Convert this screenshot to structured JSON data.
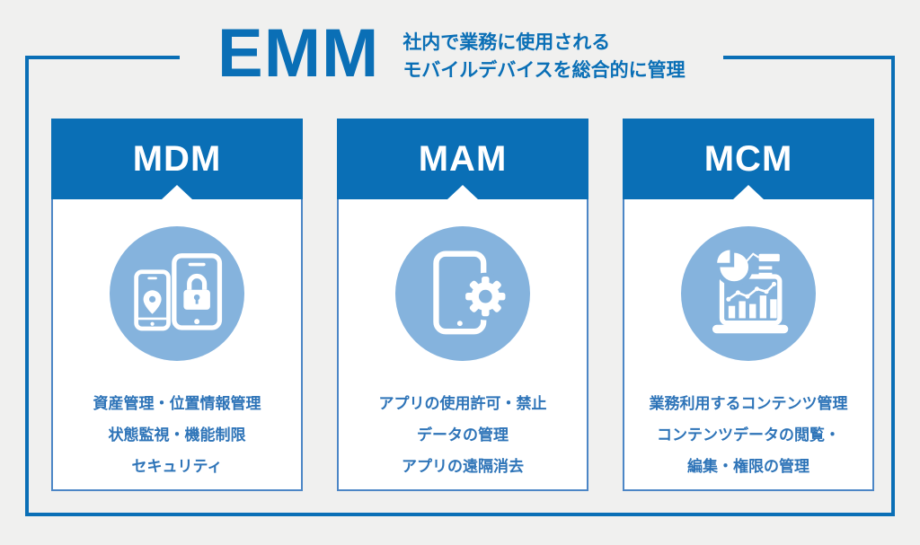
{
  "colors": {
    "background": "#f0f0ef",
    "accent_blue": "#0a6fb6",
    "light_circle_blue": "#85b3dd",
    "body_text_blue": "#2e74b8",
    "card_border_blue": "#4c86c6",
    "card_header_text": "#ffffff"
  },
  "header": {
    "title": "EMM",
    "subtitle_line1": "社内で業務に使用される",
    "subtitle_line2": "モバイルデバイスを総合的に管理"
  },
  "cards": [
    {
      "title": "MDM",
      "icon": "devices-lock-location-icon",
      "lines": [
        "資産管理・位置情報管理",
        "状態監視・機能制限",
        "セキュリティ"
      ]
    },
    {
      "title": "MAM",
      "icon": "phone-gear-icon",
      "lines": [
        "アプリの使用許可・禁止",
        "データの管理",
        "アプリの遠隔消去"
      ]
    },
    {
      "title": "MCM",
      "icon": "analytics-charts-icon",
      "lines": [
        "業務利用するコンテンツ管理",
        "コンテンツデータの閲覧・",
        "編集・権限の管理"
      ]
    }
  ]
}
